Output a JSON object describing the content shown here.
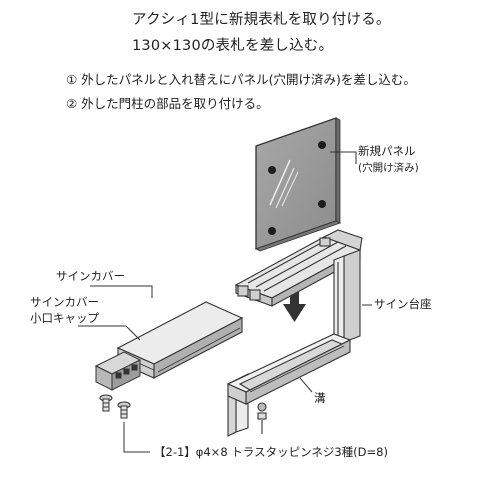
{
  "header": {
    "line1": "アクシィ1型に新規表札を取り付ける。",
    "line2": "130×130の表札を差し込む。"
  },
  "steps": [
    "①  外したパネルと入れ替えにパネル(穴開け済み)を差し込む。",
    "②  外した門柱の部品を取り付ける。"
  ],
  "labels": {
    "new_panel": "新規パネル",
    "new_panel_note": "(穴開け済み)",
    "sign_cover": "サインカバー",
    "sign_cover_cap_1": "サインカバー",
    "sign_cover_cap_2": "小口キャップ",
    "sign_base": "サイン台座",
    "groove": "溝",
    "screw_spec": "【2-1】φ4×8 トラスタッピンネジ3種(D=8)"
  },
  "colors": {
    "line": "#333333",
    "panel_fill": "#9b9b9b",
    "panel_dark": "#4a4a4a",
    "light_fill": "#e6e6e6",
    "mid_fill": "#c8c8c8"
  }
}
